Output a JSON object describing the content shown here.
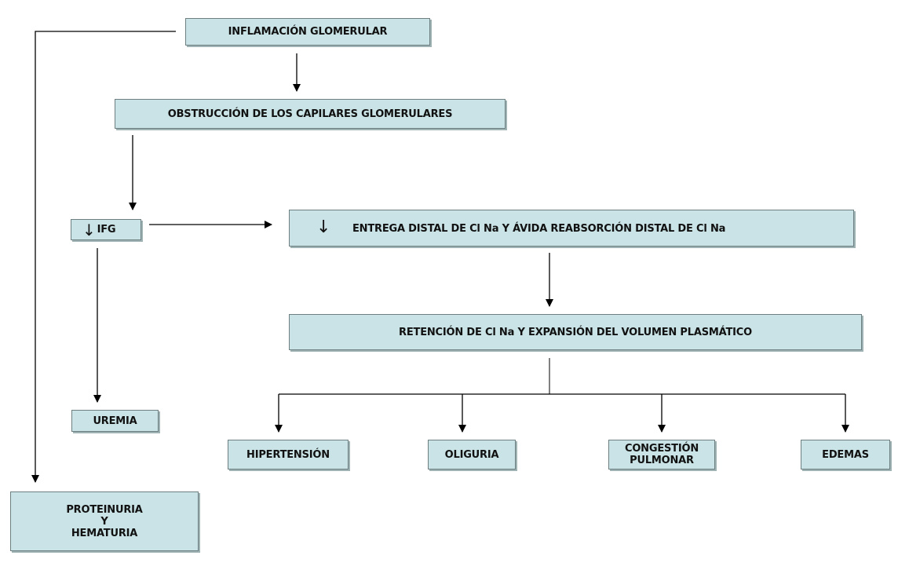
{
  "diagram": {
    "nodes": {
      "inflamacion": "INFLAMACIÓN  GLOMERULAR",
      "obstruccion": "OBSTRUCCIÓN DE LOS CAPILARES GLOMERULARES",
      "ifg": "IFG",
      "entrega": "ENTREGA DISTAL DE Cl Na Y ÁVIDA REABSORCIÓN  DISTAL DE Cl Na",
      "retencion": "RETENCIÓN DE Cl Na Y EXPANSIÓN DEL VOLUMEN PLASMÁTICO",
      "uremia": "UREMIA",
      "hipertension": "HIPERTENSIÓN",
      "oliguria": "OLIGURIA",
      "congestion": "CONGESTIÓN\nPULMONAR",
      "edemas": "EDEMAS",
      "proteinuria": "PROTEINURIA\nY\nHEMATURIA"
    },
    "decrease_symbol": "↓",
    "edges": [
      {
        "from": "inflamacion",
        "to": "obstruccion"
      },
      {
        "from": "obstruccion",
        "to": "ifg"
      },
      {
        "from": "ifg",
        "to": "entrega"
      },
      {
        "from": "ifg",
        "to": "uremia"
      },
      {
        "from": "entrega",
        "to": "retencion"
      },
      {
        "from": "retencion",
        "to": "hipertension"
      },
      {
        "from": "retencion",
        "to": "oliguria"
      },
      {
        "from": "retencion",
        "to": "congestion"
      },
      {
        "from": "retencion",
        "to": "edemas"
      },
      {
        "from": "inflamacion",
        "to": "proteinuria"
      }
    ],
    "colors": {
      "box_fill": "#c9e3e6",
      "box_border": "#6d7f80",
      "line": "#000000"
    }
  }
}
